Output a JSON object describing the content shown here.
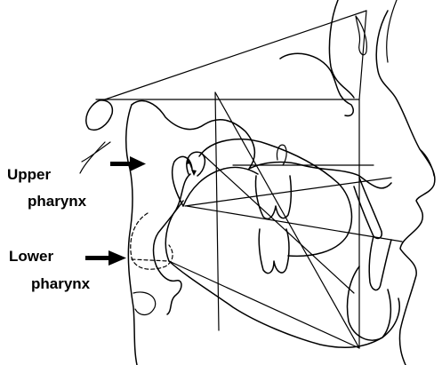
{
  "labels": {
    "upper_line1": "Upper",
    "upper_line2": "pharynx",
    "lower_line1": "Lower",
    "lower_line2": "pharynx"
  },
  "colors": {
    "ink": "#000000",
    "background": "#ffffff"
  }
}
